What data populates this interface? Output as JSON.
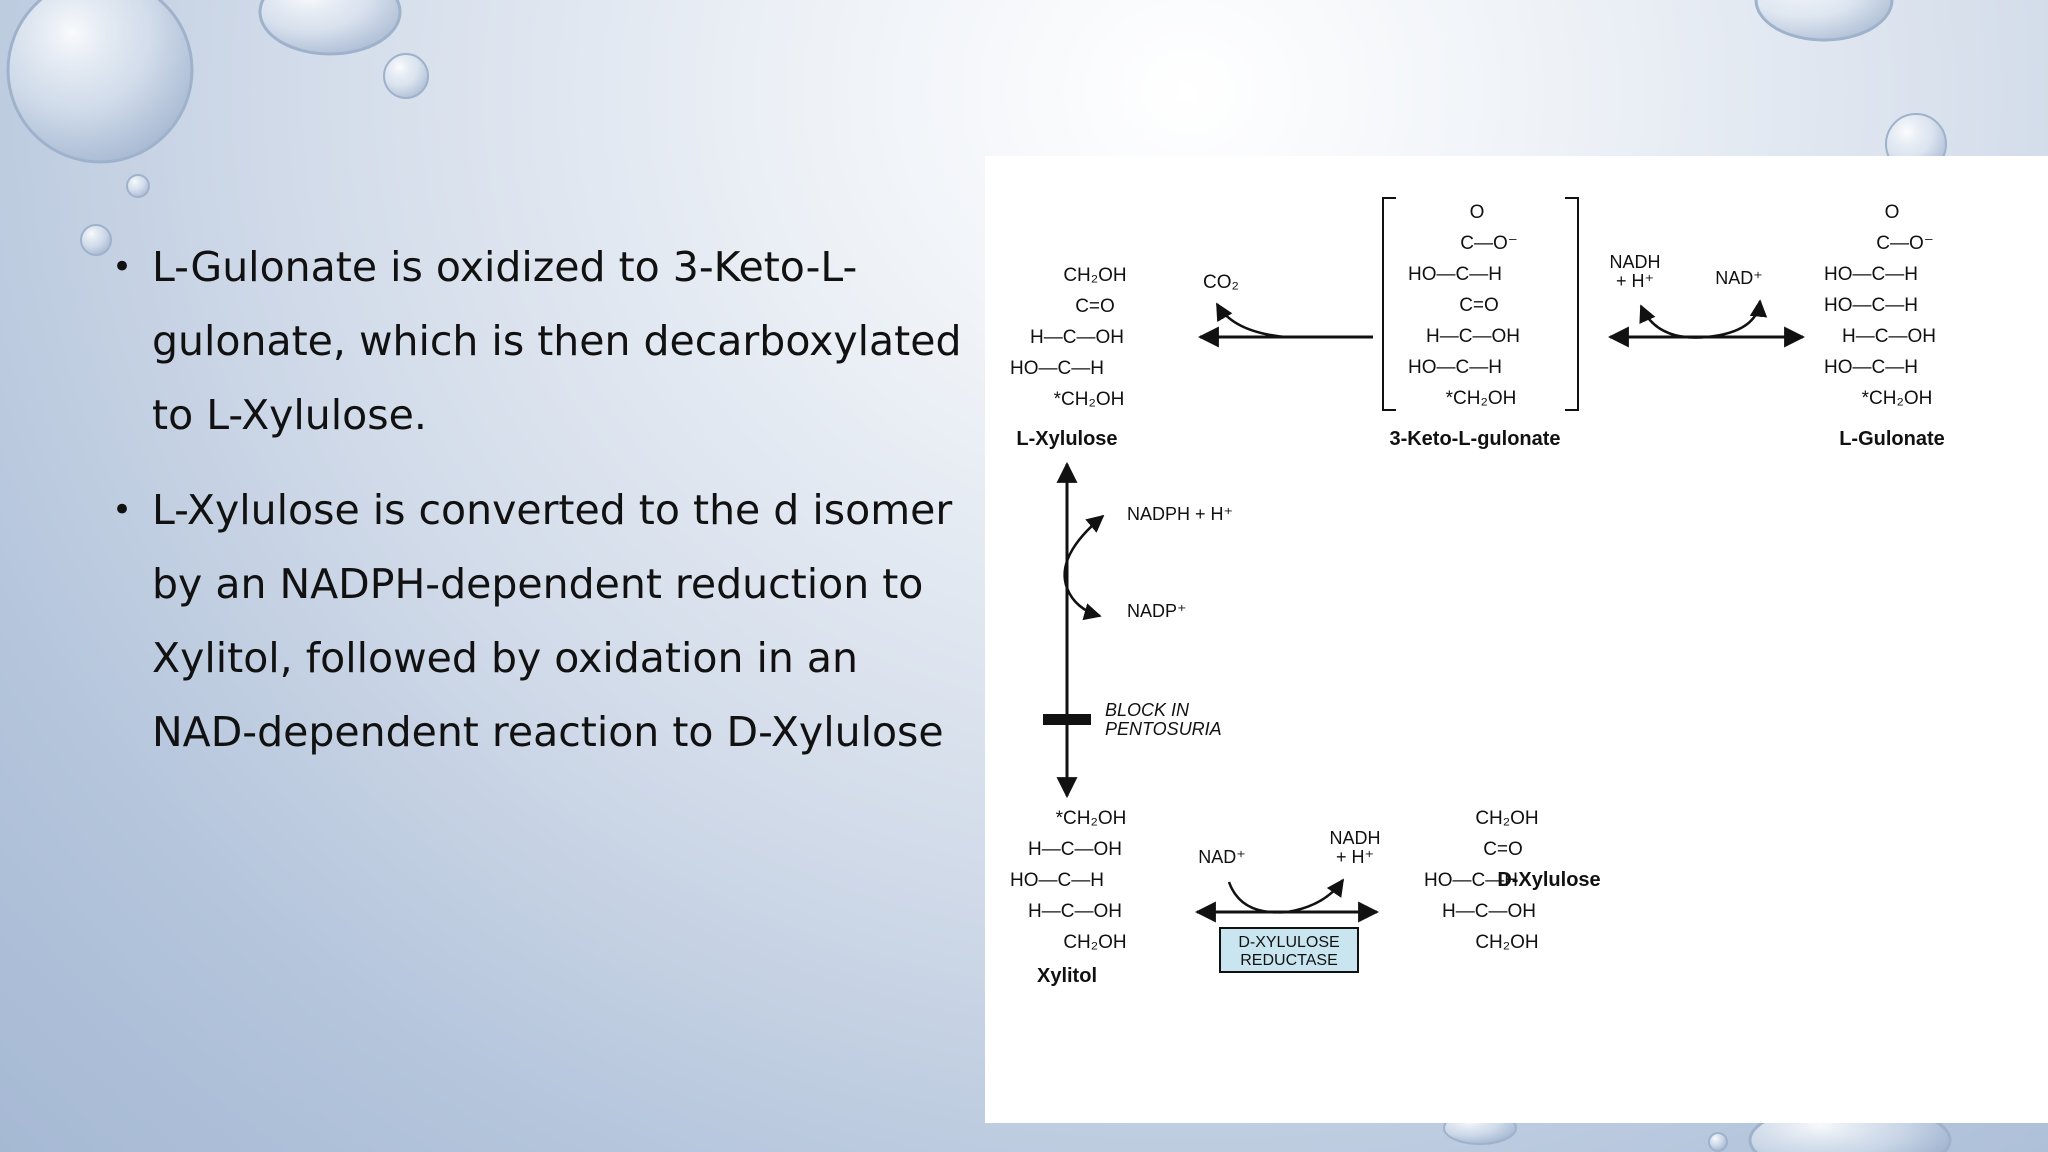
{
  "bullets": [
    "L-Gulonate is oxidized to 3-Keto-L-gulonate, which is then decarboxylated to L-Xylulose.",
    "L-Xylulose is converted to the d isomer by an NADPH-dependent reduction to Xylitol, followed by oxidation in an NAD-dependent reaction to D-Xylulose"
  ],
  "diagram": {
    "compounds": {
      "l_xylulose": {
        "name": "L-Xylulose",
        "rows": [
          "CH₂OH",
          "C=O",
          "H—C—OH",
          "HO—C—H",
          "*CH₂OH"
        ]
      },
      "keto_gulonate": {
        "name": "3-Keto-L-gulonate",
        "rows": [
          "O",
          "C—O⁻",
          "HO—C—H",
          "C=O",
          "H—C—OH",
          "HO—C—H",
          "*CH₂OH"
        ]
      },
      "l_gulonate": {
        "name": "L-Gulonate",
        "rows": [
          "O",
          "C—O⁻",
          "HO—C—H",
          "HO—C—H",
          "H—C—OH",
          "HO—C—H",
          "*CH₂OH"
        ]
      },
      "xylitol": {
        "name": "Xylitol",
        "rows": [
          "*CH₂OH",
          "H—C—OH",
          "HO—C—H",
          "H—C—OH",
          "CH₂OH"
        ]
      },
      "d_xylulose": {
        "name": "D-Xylulose",
        "rows": [
          "CH₂OH",
          "C=O",
          "HO—C—H",
          "H—C—OH",
          "CH₂OH"
        ]
      }
    },
    "cofactors": {
      "co2": "CO₂",
      "nadh_top": [
        "NADH",
        "+ H⁺"
      ],
      "nad_top": "NAD⁺",
      "nadph": "NADPH + H⁺",
      "nadp": "NADP⁺",
      "nad_bottom": "NAD⁺",
      "nadh_bottom": [
        "NADH",
        "+ H⁺"
      ]
    },
    "block": [
      "BLOCK IN",
      "PENTOSURIA"
    ],
    "enzyme": [
      "D-XYLULOSE",
      "REDUCTASE"
    ],
    "colors": {
      "enzyme_fill": "#c9e6f0",
      "ink": "#111111"
    }
  }
}
